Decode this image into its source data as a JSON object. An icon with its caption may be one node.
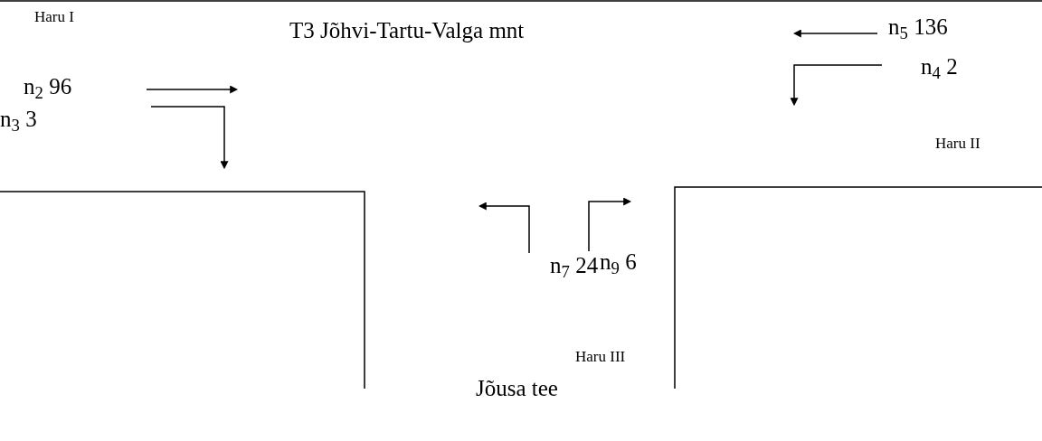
{
  "diagram": {
    "title": "T3 Jõhvi-Tartu-Valga mnt",
    "labels": [
      "Haru I",
      "n$_{5}$ 136",
      "n$_{2}$ 96",
      "n$_{4}$ 2",
      "n$_{3}$ 3",
      "Haru II",
      "n$_{7}$ 24",
      "n$_{9}$ 6",
      "Haru III",
      "Jõusa tee"
    ]
  }
}
